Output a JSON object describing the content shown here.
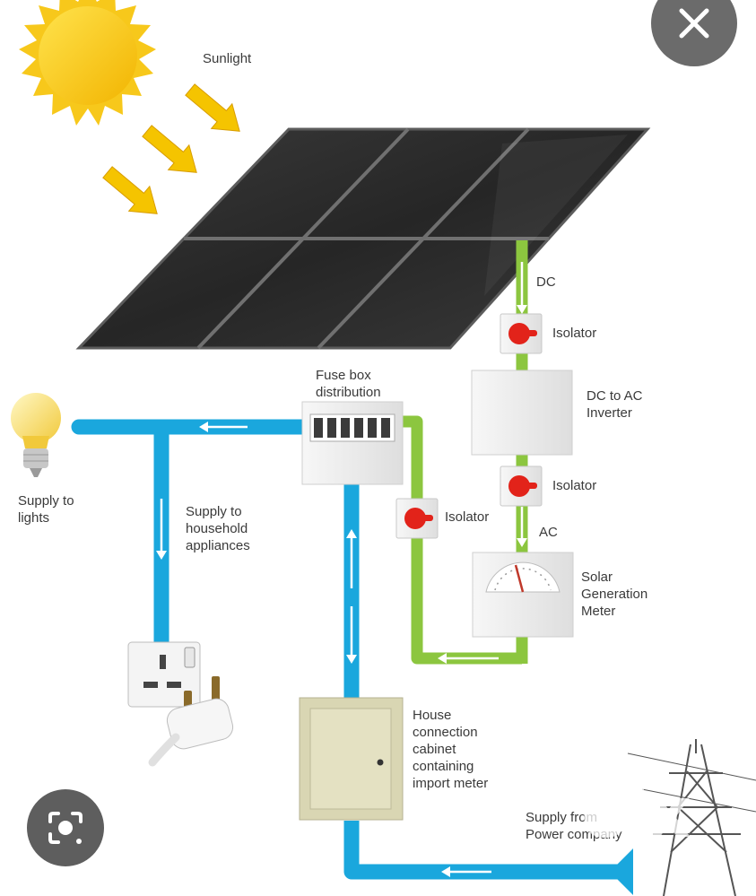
{
  "labels": {
    "sunlight": "Sunlight",
    "dc": "DC",
    "isolator_top": "Isolator",
    "fuse_box": "Fuse box\ndistribution",
    "inverter": "DC to AC\nInverter",
    "isolator_mid": "Isolator",
    "isolator_left": "Isolator",
    "ac": "AC",
    "supply_lights": "Supply to\nlights",
    "supply_appliances": "Supply to\nhousehold\nappliances",
    "meter": "Solar\nGeneration\nMeter",
    "cabinet": "House\nconnection\ncabinet\ncontaining\nimport meter",
    "supply_power": "Supply from\nPower company"
  },
  "watermark": "olx",
  "icons": {
    "close": "close-icon",
    "lens": "camera-search-icon"
  },
  "colors": {
    "ac_line": "#1aa7dd",
    "dc_line": "#8cc63f",
    "isolator": "#e2231a",
    "sun": "#f7c81b",
    "panel": "#2e2e2e"
  }
}
